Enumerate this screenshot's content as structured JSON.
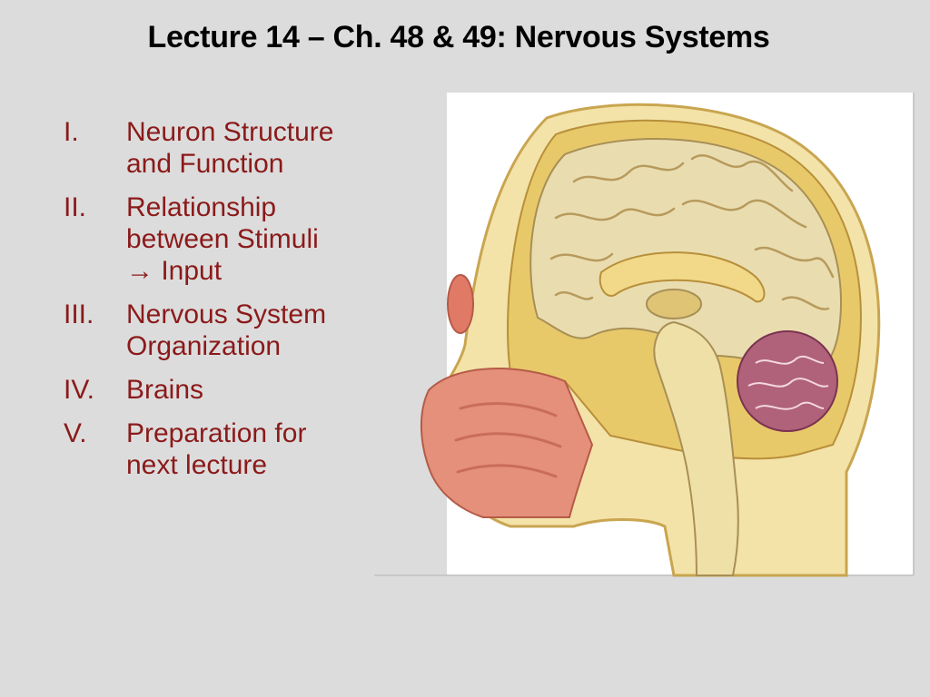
{
  "slide": {
    "title": "Lecture 14 – Ch. 48 & 49: Nervous Systems",
    "text_color": "#8B1A1A",
    "outline": [
      {
        "numeral": "I.",
        "lines": [
          "Neuron Structure",
          "and Function"
        ]
      },
      {
        "numeral": "II.",
        "lines": [
          "Relationship",
          "between Stimuli",
          "→ Input"
        ]
      },
      {
        "numeral": "III.",
        "lines": [
          "Nervous System",
          "Organization"
        ]
      },
      {
        "numeral": "IV.",
        "lines": [
          "Brains"
        ]
      },
      {
        "numeral": "V.",
        "lines": [
          "Preparation for",
          "next lecture"
        ]
      }
    ]
  },
  "figure": {
    "icon": "brain-sagittal-illustration",
    "colors": {
      "skull": "#E8C96A",
      "brain": "#E9DDB0",
      "cerebellum": "#A0506A",
      "nasal": "#E4907A"
    }
  }
}
